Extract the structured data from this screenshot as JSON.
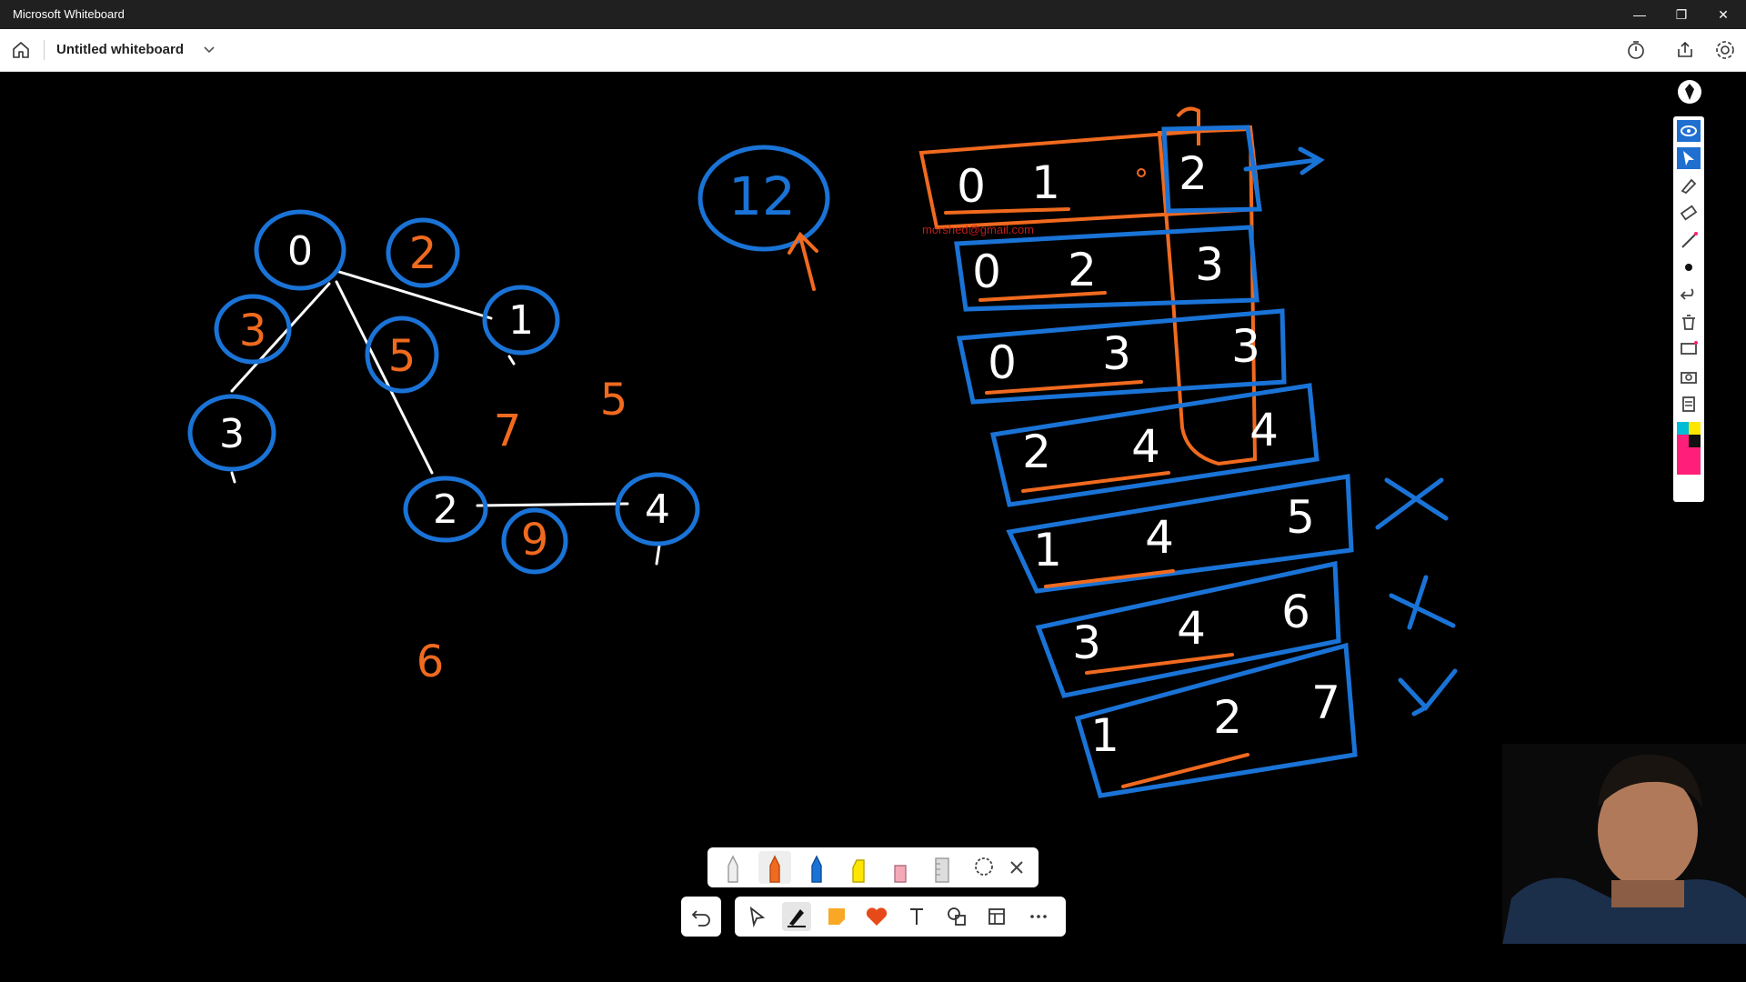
{
  "window": {
    "title": "Microsoft Whiteboard"
  },
  "header": {
    "board_title": "Untitled whiteboard"
  },
  "canvas": {
    "watermark": "morshed@gmail.com",
    "graph": {
      "nodes": [
        "0",
        "1",
        "2",
        "3",
        "4"
      ],
      "edge_weights": [
        "2",
        "3",
        "5",
        "9"
      ],
      "loose_numbers": [
        "7",
        "5",
        "6"
      ]
    },
    "circled_value": "12",
    "table_rows": [
      [
        "0",
        "1",
        "2"
      ],
      [
        "0",
        "2",
        "3"
      ],
      [
        "0",
        "3",
        "3"
      ],
      [
        "2",
        "4",
        "4"
      ],
      [
        "1",
        "4",
        "5"
      ],
      [
        "3",
        "4",
        "6"
      ],
      [
        "1",
        "2",
        "7"
      ]
    ],
    "row_marks": [
      "X",
      "X",
      "Y"
    ]
  },
  "colors": {
    "accent": "#1f6fd1",
    "blue_ink": "#1a73d6",
    "orange_ink": "#f06a1f",
    "white_ink": "#ffffff",
    "pink_swatch": "#ff1f7a",
    "yellow_swatch": "#ffe600",
    "cyan_swatch": "#00bcd4"
  },
  "icons": {
    "pen_tray": [
      "pencil-white-icon",
      "pen-orange-icon",
      "pen-blue-icon",
      "highlighter-yellow-icon",
      "eraser-icon",
      "ruler-icon",
      "lasso-icon",
      "close-icon"
    ],
    "toolbar": [
      "undo-icon",
      "select-icon",
      "inking-icon",
      "sticky-note-icon",
      "reaction-icon",
      "text-icon",
      "shapes-icon",
      "templates-icon",
      "more-icon"
    ],
    "side_rail": [
      "eye-icon",
      "pointer-icon",
      "highlighter-icon",
      "eraser-icon",
      "line-icon",
      "dot-icon",
      "undo-icon",
      "delete-icon",
      "screen-icon",
      "camera-icon",
      "notes-icon",
      "color-palette-icon"
    ]
  }
}
